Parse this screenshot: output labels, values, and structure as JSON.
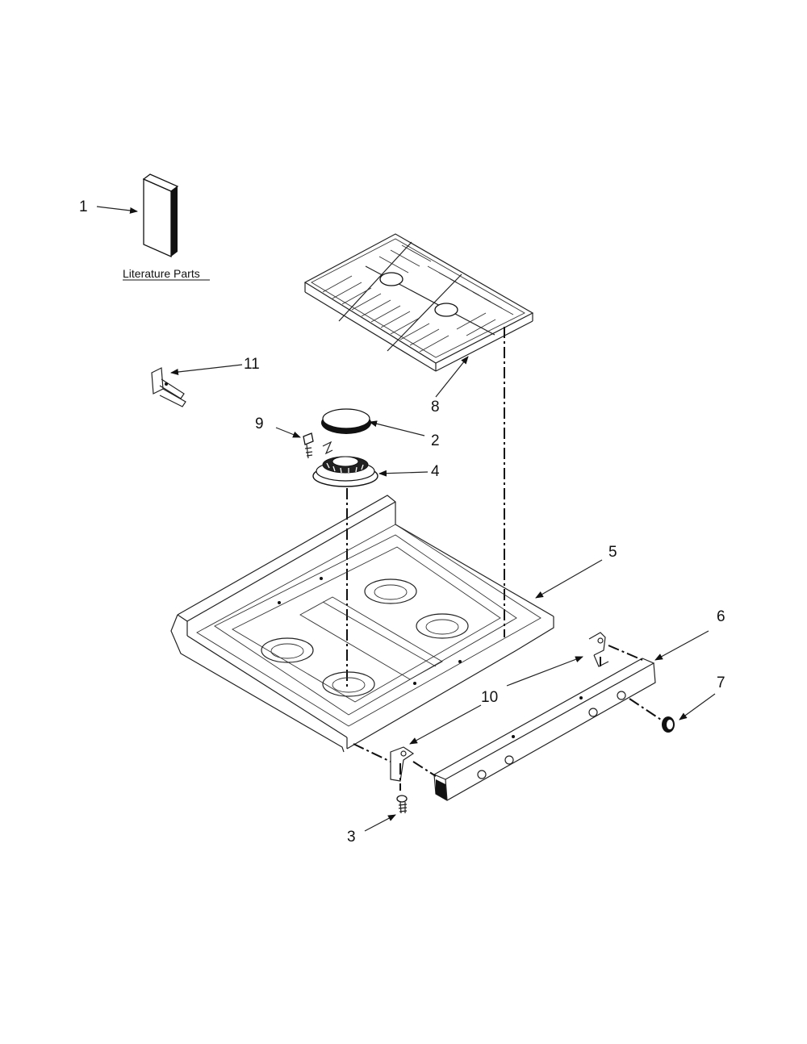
{
  "diagram": {
    "literature_label": "Literature Parts",
    "callouts": {
      "c1": "1",
      "c2": "2",
      "c3": "3",
      "c4": "4",
      "c5": "5",
      "c6": "6",
      "c7": "7",
      "c8": "8",
      "c9": "9",
      "c10": "10",
      "c11": "11"
    }
  }
}
